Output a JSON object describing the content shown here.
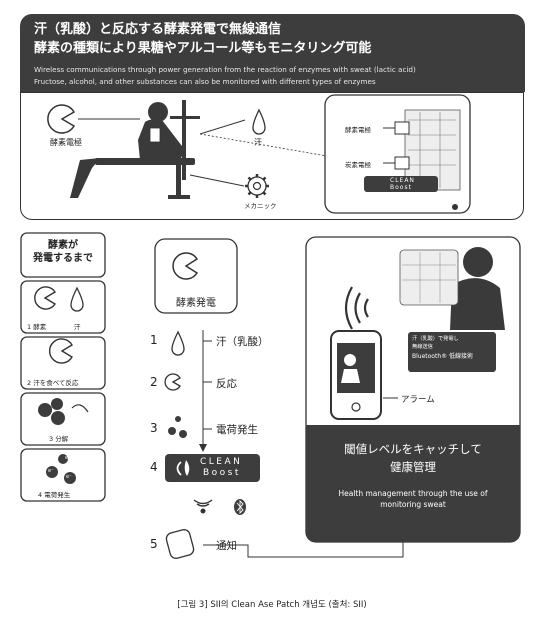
{
  "header": {
    "title_line1": "汗（乳酸）と反応する酵素発電で無線通信",
    "title_line2": "酵素の種類により果糖やアルコール等もモニタリング可能",
    "en_line1": "Wireless communications through power generation from the reaction of enzymes with sweat (lactic acid)",
    "en_line2": "Fructose, alcohol, and other substances can also be monitored with different types of enzymes"
  },
  "top_panel": {
    "enzyme_electrode": "酵素電極",
    "sweat": "汗",
    "mechanic": "メカニック",
    "inset_enzyme": "酵素電極",
    "inset_carbon": "炭素電極",
    "clean_boost": [
      "CLEAN",
      "Boost"
    ]
  },
  "left_column": {
    "title": [
      "酵素が",
      "発電するまで"
    ],
    "steps": [
      {
        "label": "1  酵素",
        "label2": "汗"
      },
      {
        "label": "2 汗を食べて反応"
      },
      {
        "label": "3 分解"
      },
      {
        "label": "4 電荷発生"
      }
    ],
    "electron": "e⁻"
  },
  "middle_column": {
    "box_label": "酵素発電",
    "steps": [
      {
        "num": "1",
        "label": "汗（乳酸）"
      },
      {
        "num": "2",
        "label": "反応"
      },
      {
        "num": "3",
        "label": "電荷発生"
      },
      {
        "num": "4",
        "label_line1": "CLEAN",
        "label_line2": "Boost"
      },
      {
        "num": "5",
        "label": "通知"
      }
    ]
  },
  "right_panel": {
    "patch_text1": "汗（乳酸）で発電し",
    "patch_text2": "無線送信",
    "bluetooth": "Bluetooth® 低線接術",
    "alarm": "アラーム",
    "dark_title1": "閾値レベルをキャッチして",
    "dark_title2": "健康管理",
    "dark_en1": "Health management through the use of",
    "dark_en2": "monitoring sweat"
  },
  "caption": "[그림 3] SII의 Clean Ase Patch 개념도 (출처: SII)",
  "colors": {
    "dark": "#3d3d3d",
    "line": "#333333",
    "panel_bg": "#ffffff"
  }
}
